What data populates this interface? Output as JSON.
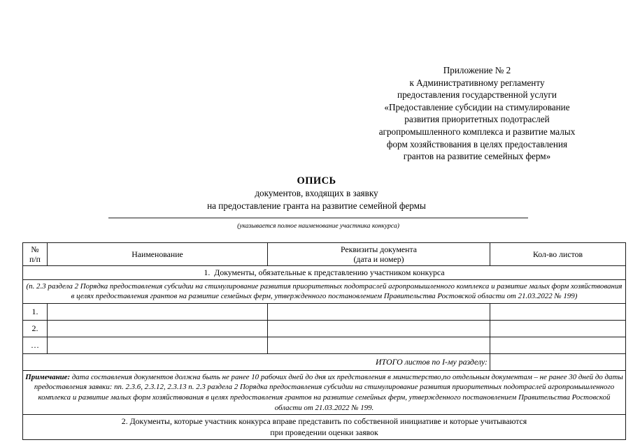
{
  "header": {
    "lines": [
      "Приложение № 2",
      "к Административному регламенту",
      "предоставления государственной услуги",
      "«Предоставление субсидии на стимулирование",
      "развития приоритетных подотраслей",
      "агропромышленного комплекса и развитие малых",
      "форм хозяйствования в целях предоставления",
      "грантов на развитие семейных ферм»"
    ]
  },
  "title": {
    "main": "ОПИСЬ",
    "subtitle_line1": "документов, входящих в заявку",
    "subtitle_line2": "на предоставление гранта на развитие семейной фермы"
  },
  "signature": {
    "caption": "(указывается полное наименование участника конкурса)"
  },
  "table": {
    "columns": [
      {
        "line1": "№",
        "line2": "п/п"
      },
      {
        "line1": "Наименование",
        "line2": ""
      },
      {
        "line1": "Реквизиты документа",
        "line2": "(дата и номер)"
      },
      {
        "line1": "Кол-во листов",
        "line2": ""
      }
    ],
    "section1": {
      "number": "1.",
      "heading": "Документы, обязательные к представлению участником конкурса",
      "note": "(п. 2.3 раздела 2 Порядка предоставления субсидии на стимулирование развития приоритетных подотраслей агропромышленного комплекса и развитие малых форм хозяйствования в целях предоставления грантов на развитие семейных ферм, утвержденного постановлением Правительства Ростовской области от 21.03.2022 № 199)",
      "rows": [
        {
          "num": "1.",
          "name": "",
          "requisites": "",
          "sheets": ""
        },
        {
          "num": "2.",
          "name": "",
          "requisites": "",
          "sheets": ""
        },
        {
          "num": "…",
          "name": "",
          "requisites": "",
          "sheets": ""
        }
      ],
      "total_label": "ИТОГО листов по I-му разделу:",
      "total_value": ""
    },
    "remark": {
      "label": "Примечание:",
      "text": " дата составления документов должна быть не ранее 10 рабочих дней до дня их представления в министерство,по отдельным документам – не ранее 30 дней до даты предоставления заявки: пп. 2.3.6, 2.3.12, 2.3.13 п. 2.3 раздела 2 Порядка предоставления субсидии на стимулирование развития приоритетных подотраслей агропромышленного комплекса и развитие малых форм хозяйствования в целях предоставления грантов на развитие семейных ферм, утвержденного постановлением Правительства Ростовской области от 21.03.2022 № 199."
    },
    "section2": {
      "heading_line1": "2. Документы, которые участник конкурса вправе представить по собственной инициативе и которые учитываются",
      "heading_line2": "при проведении оценки заявок"
    }
  }
}
